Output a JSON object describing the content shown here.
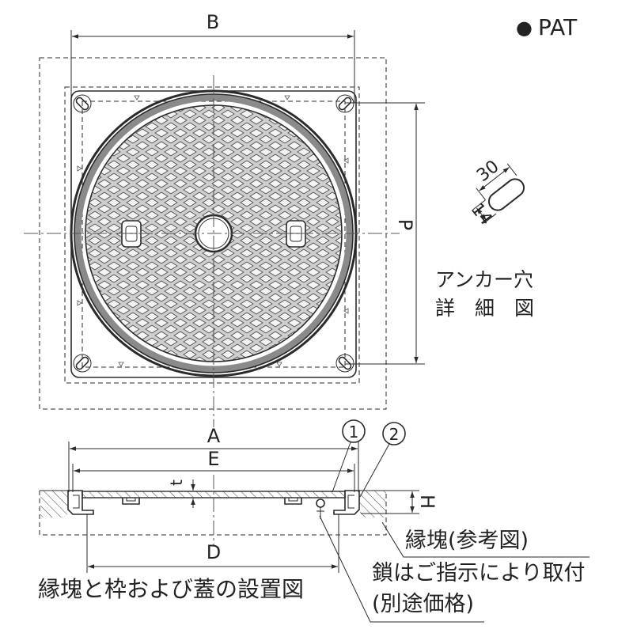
{
  "labels": {
    "pat_marker": "●",
    "pat": "PAT",
    "b": "B",
    "p": "P",
    "a": "A",
    "e": "E",
    "t": "t",
    "h": "H",
    "d": "D",
    "circle1": "1",
    "circle2": "2",
    "detail_30": "30",
    "detail_14": "14",
    "detail_title_1": "アンカー穴",
    "detail_title_2": "詳　細　図",
    "edge_block": "縁塊(参考図)",
    "chain_1": "鎖はご指示により取付",
    "chain_2": "(別途価格)",
    "installation_title": "縁塊と枠および蓋の設置図"
  },
  "colors": {
    "line": "#2b2b2b",
    "pattern_base": "#cfcfcf",
    "pattern_diamond": "#f3f3f3"
  }
}
